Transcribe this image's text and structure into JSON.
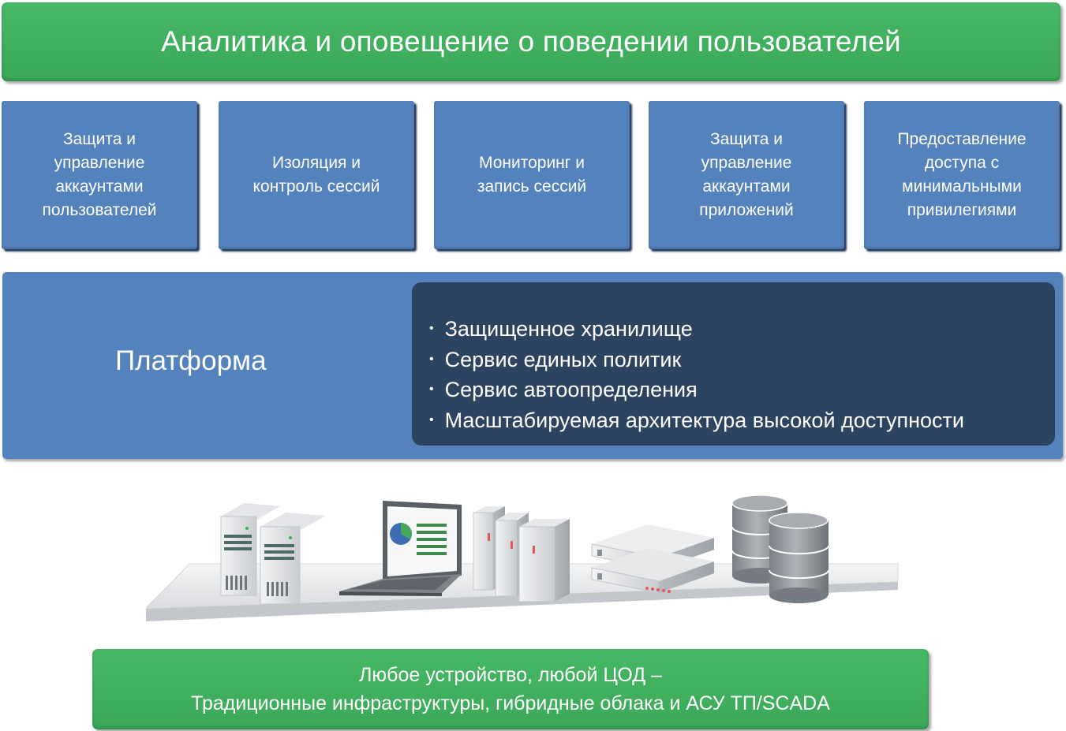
{
  "top_bar": {
    "title": "Аналитика и оповещение о поведении пользователей"
  },
  "modules": [
    {
      "label": "Защита и\nуправление\nаккаунтами\nпользователей"
    },
    {
      "label": "Изоляция и\nконтроль сессий"
    },
    {
      "label": "Мониторинг и\nзапись сессий"
    },
    {
      "label": "Защита и\nуправление\nаккаунтами\nприложений"
    },
    {
      "label": "Предоставление\nдоступа с\nминимальными\nпривилегиями"
    }
  ],
  "platform": {
    "title": "Платформа",
    "bullet_symbol": "•",
    "features": [
      "Защищенное хранилище",
      "Сервис единых политик",
      "Сервис автоопределения",
      "Масштабируемая архитектура высокой доступности"
    ]
  },
  "bottom_bar": {
    "line1": "Любое устройство, любой ЦОД –",
    "line2": "Традиционные инфраструктуры, гибридные облака и АСУ ТП/SCADA"
  },
  "colors": {
    "green": "#44b462",
    "blue": "#5382bd",
    "dark_navy": "#2d4460"
  },
  "icons": [
    "tower-server-icon",
    "laptop-chart-icon",
    "rack-server-icon",
    "network-appliance-icon",
    "database-icon"
  ]
}
